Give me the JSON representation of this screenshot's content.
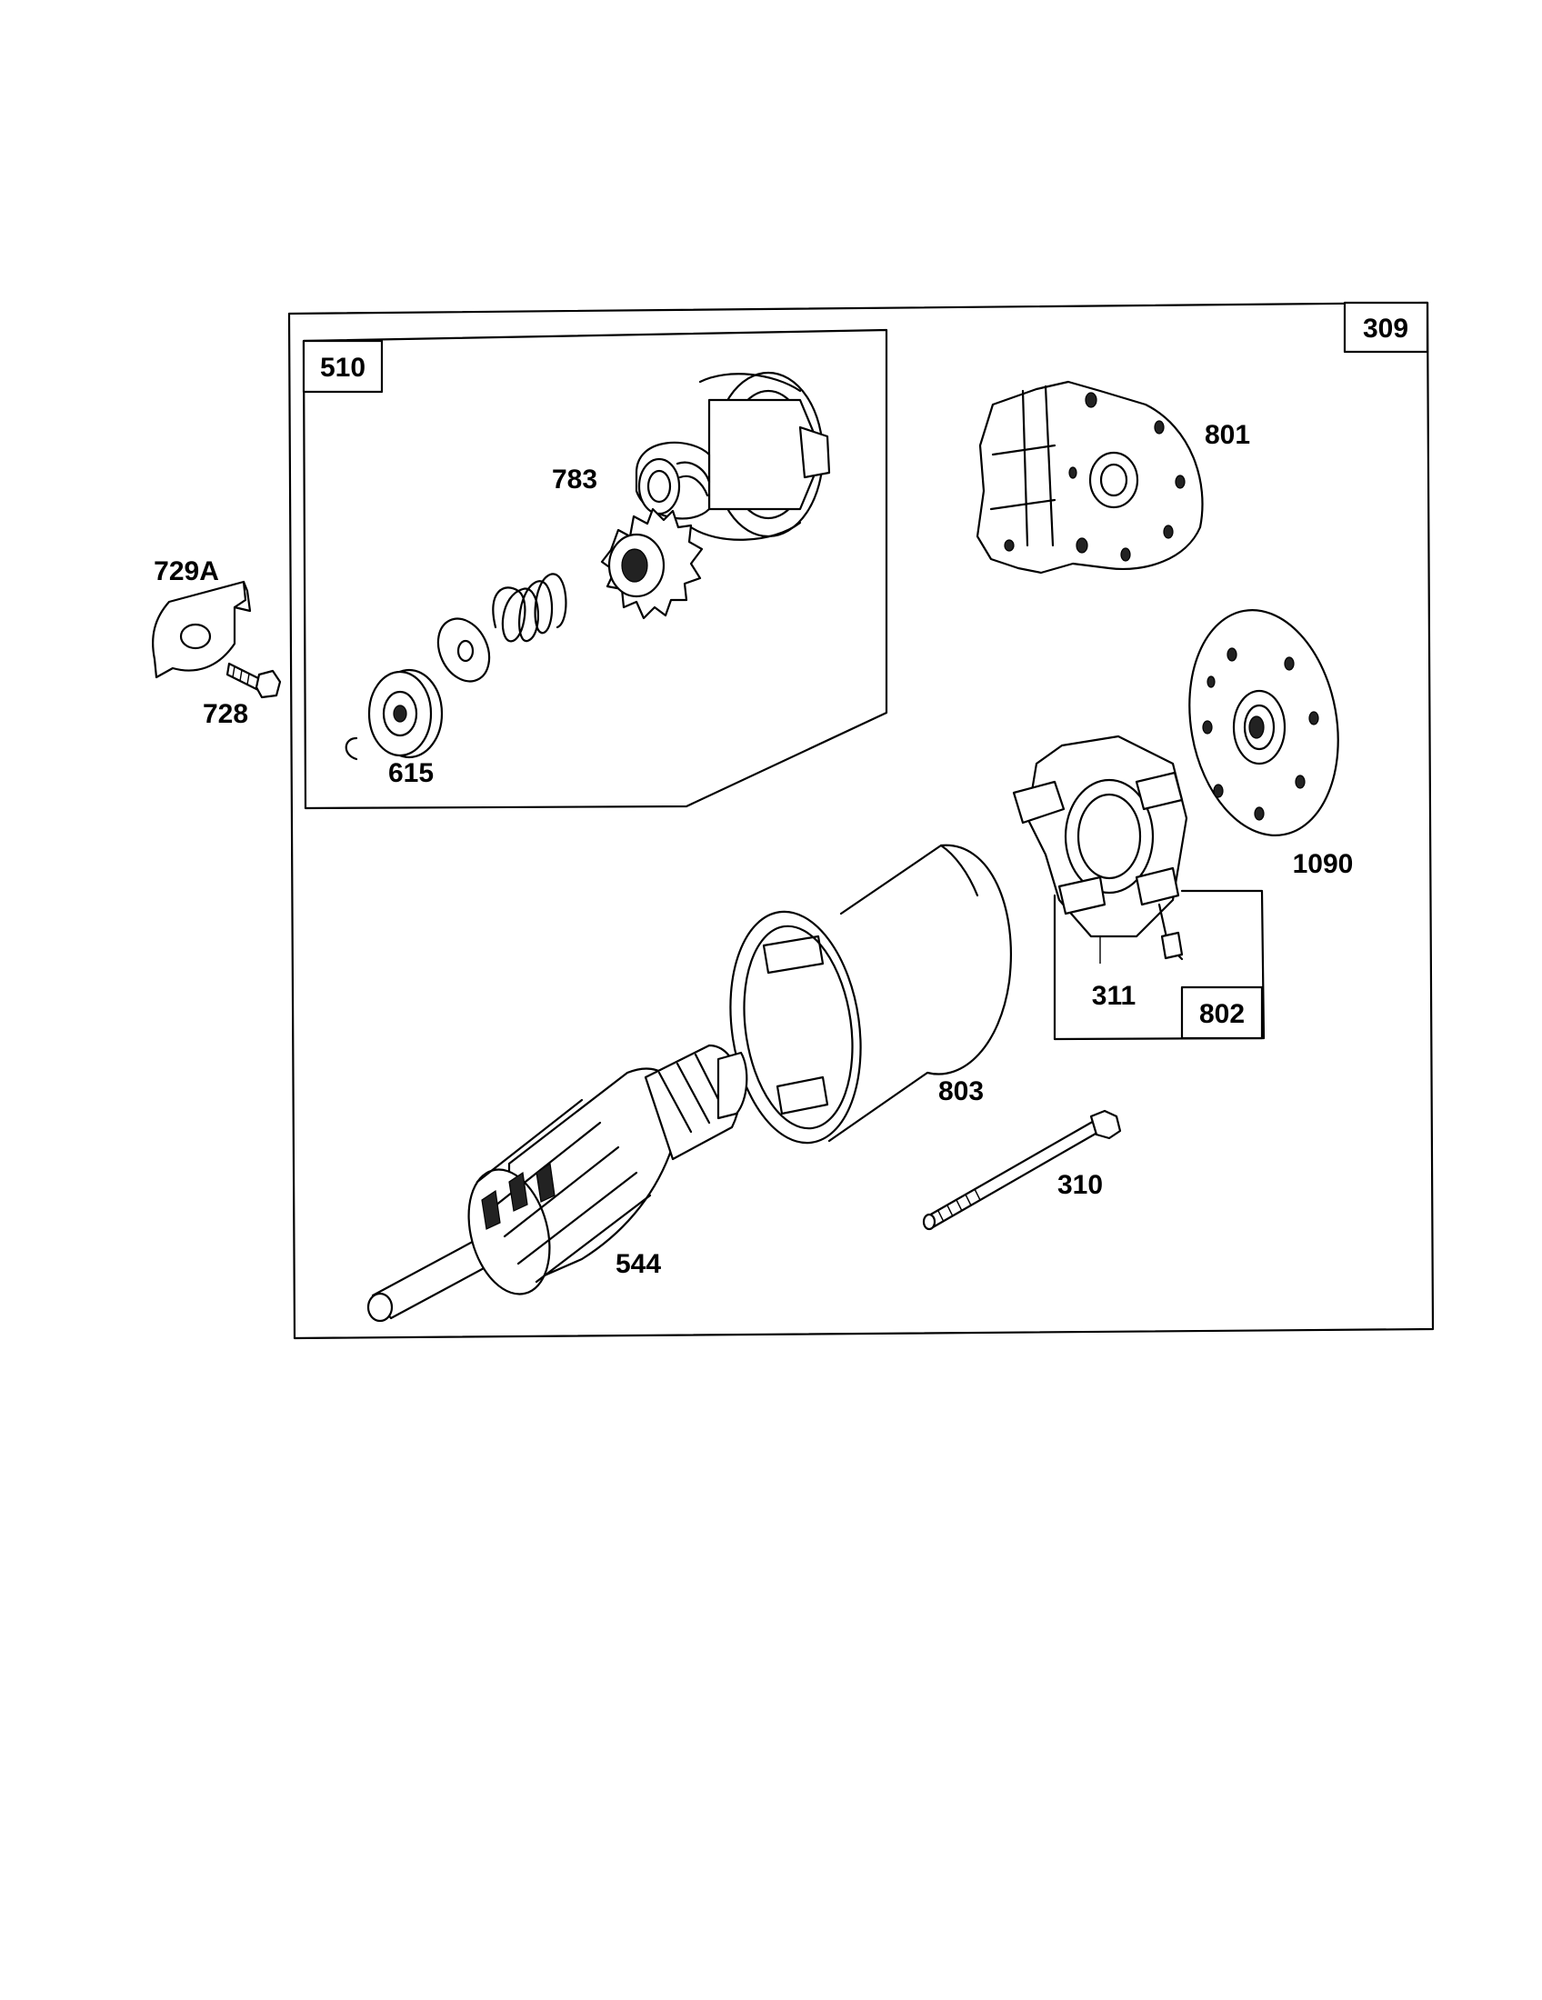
{
  "parts": {
    "p309": "309",
    "p510": "510",
    "p783": "783",
    "p801": "801",
    "p729a": "729A",
    "p728": "728",
    "p615": "615",
    "p1090": "1090",
    "p311": "311",
    "p802": "802",
    "p803": "803",
    "p310": "310",
    "p544": "544"
  }
}
